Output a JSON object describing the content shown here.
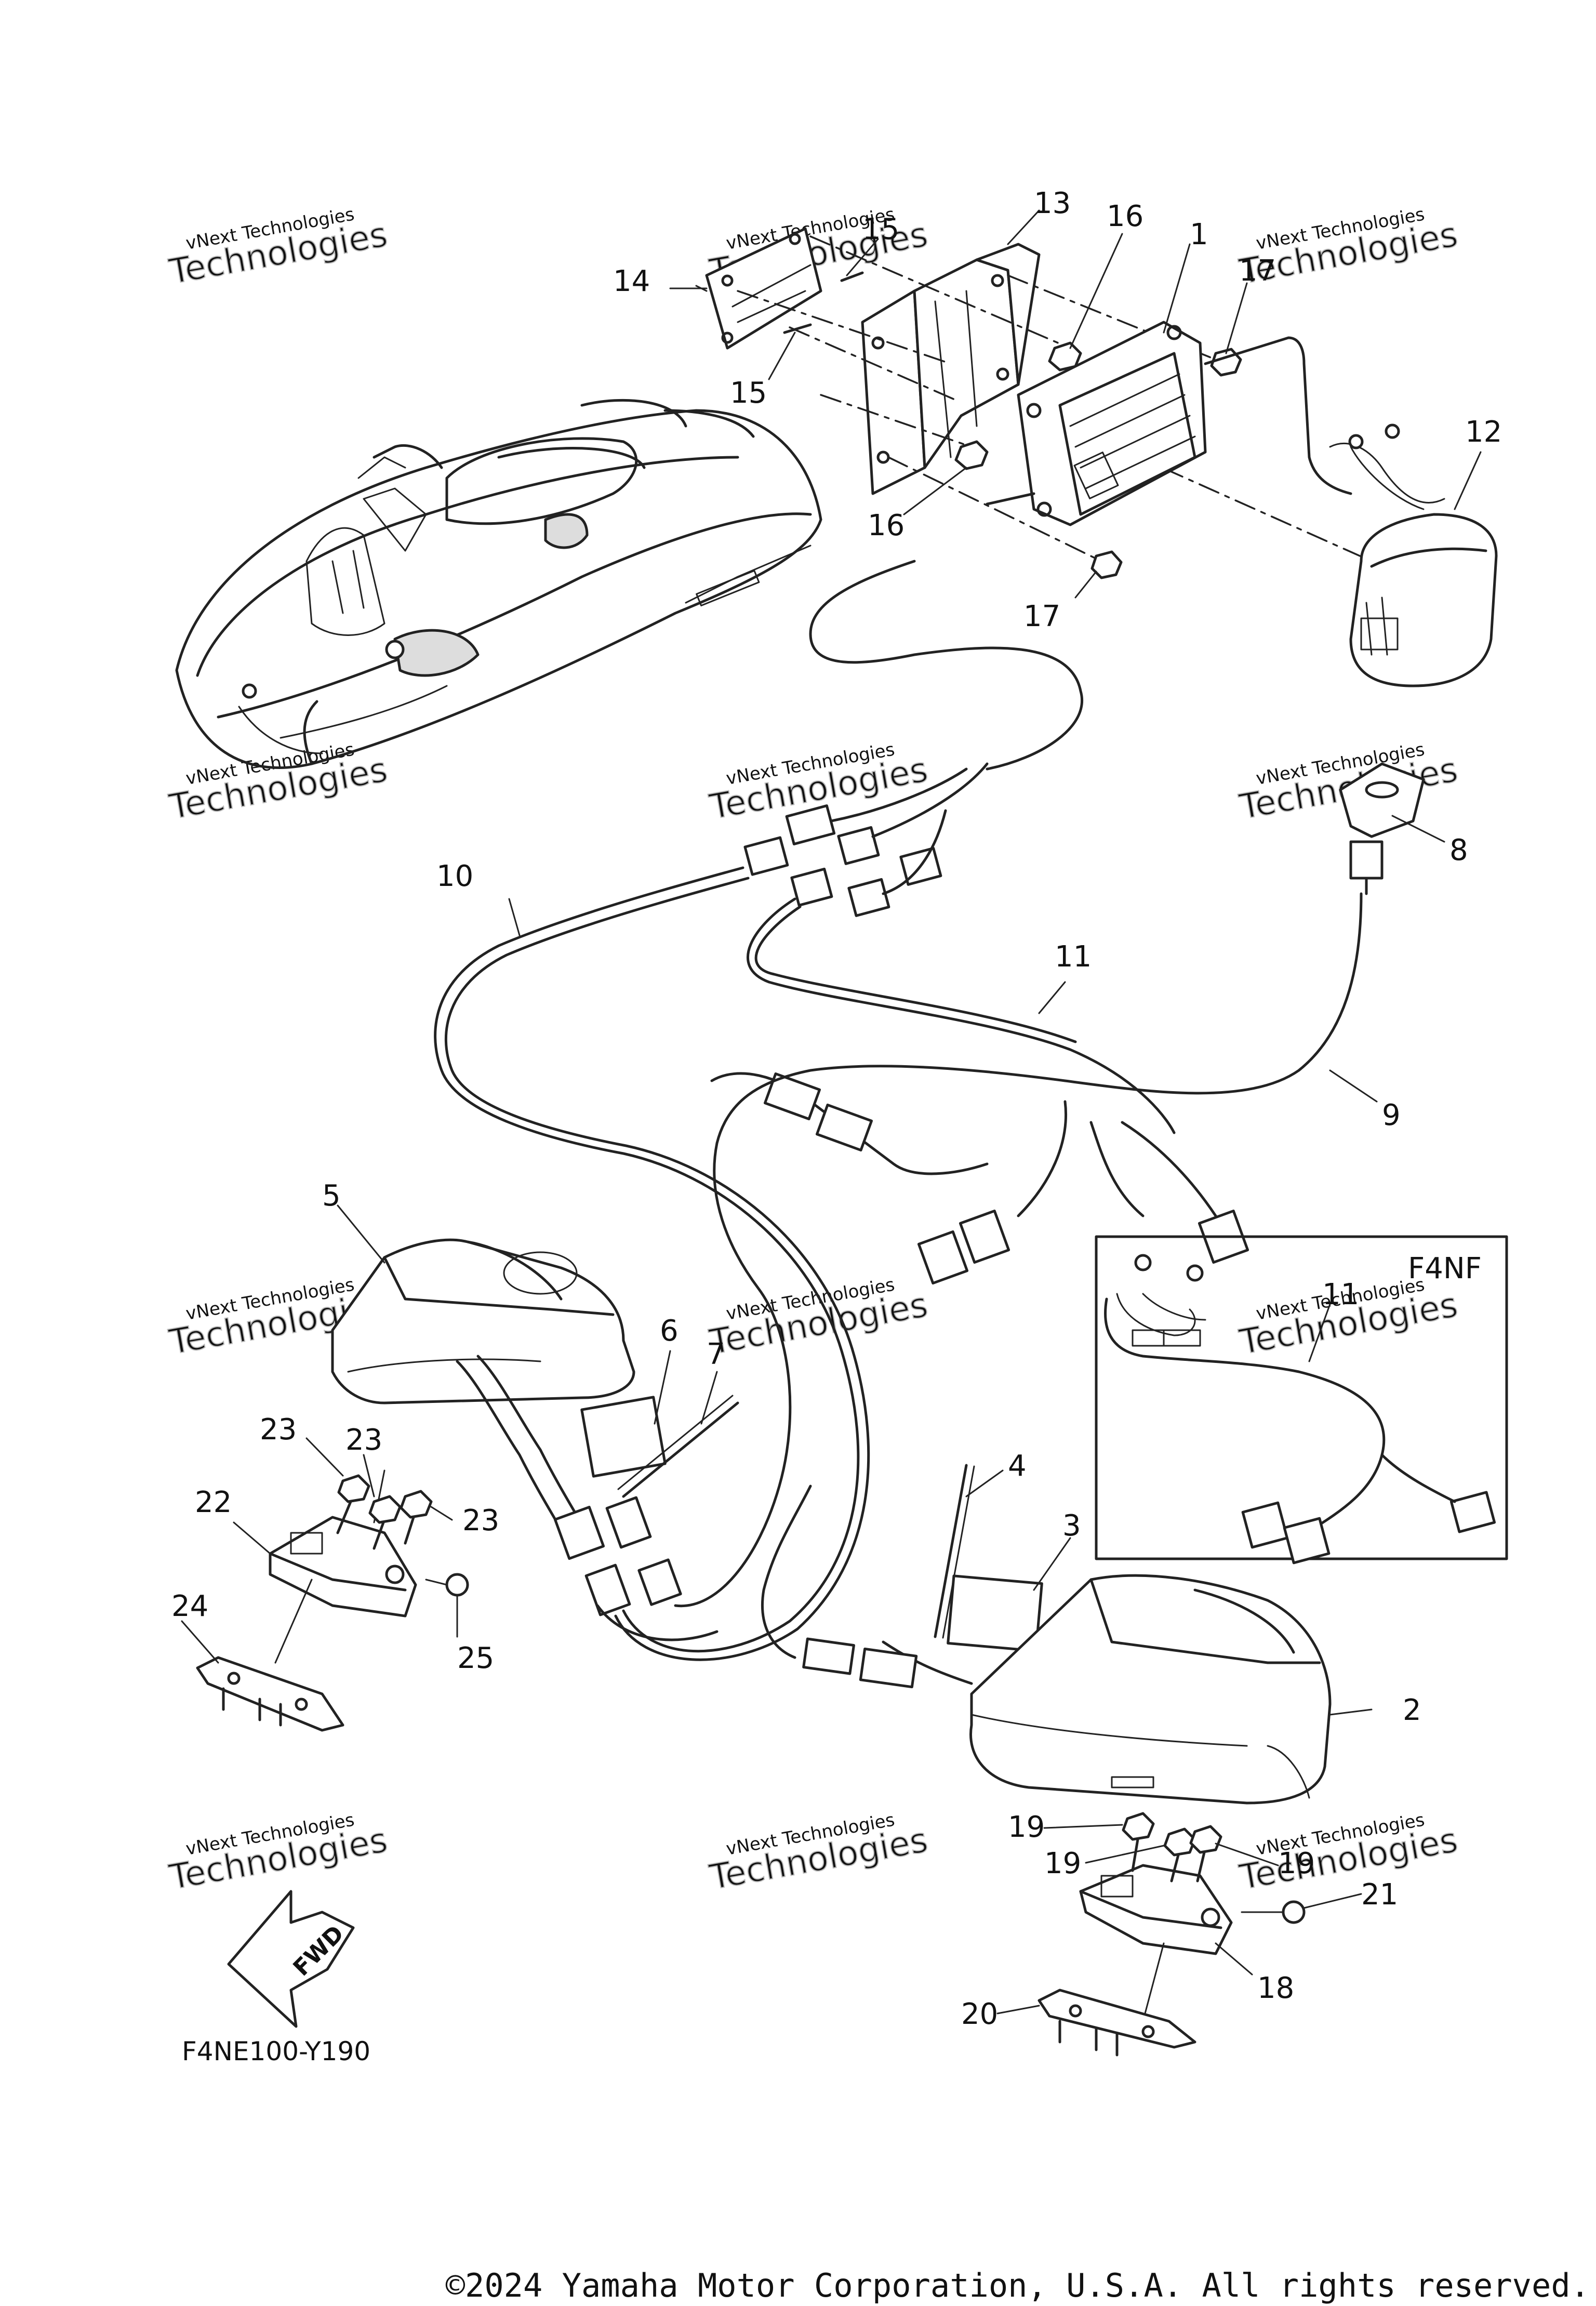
{
  "figure_code": "F4NE100-Y190",
  "copyright": "©2024 Yamaha Motor Corporation, U.S.A. All rights reserved.",
  "fwd_label": "FWD",
  "inset": {
    "title": "F4NF",
    "callout": "11"
  },
  "watermark": {
    "line1": "vNext Technologies",
    "line2": "Technologies"
  },
  "callouts": {
    "c1": "1",
    "c2": "2",
    "c3": "3",
    "c4": "4",
    "c5": "5",
    "c6": "6",
    "c7": "7",
    "c8": "8",
    "c9": "9",
    "c10": "10",
    "c11": "11",
    "c12": "12",
    "c13": "13",
    "c14": "14",
    "c15a": "15",
    "c15b": "15",
    "c16a": "16",
    "c16b": "16",
    "c17a": "17",
    "c17b": "17",
    "c18": "18",
    "c19a": "19",
    "c19b": "19",
    "c19c": "19",
    "c20": "20",
    "c21": "21",
    "c22": "22",
    "c23a": "23",
    "c23b": "23",
    "c23c": "23",
    "c24": "24",
    "c25": "25"
  }
}
